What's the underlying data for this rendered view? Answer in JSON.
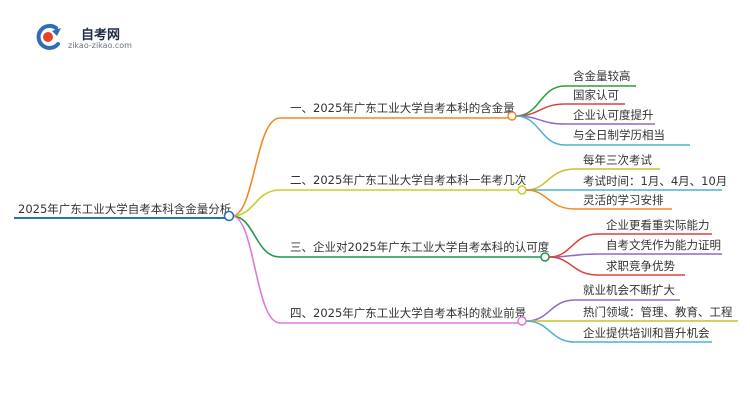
{
  "logo": {
    "title": "自考网",
    "url": "zikao-zikao.com"
  },
  "colors": {
    "root": "#2d6fb7",
    "branch1": "#f08a24",
    "branch2": "#c6cf2a",
    "branch3": "#1f9a4b",
    "branch4": "#e07ad7",
    "leaf_green": "#2e9d3c",
    "leaf_red": "#d9443a",
    "leaf_purple": "#8e6cc4",
    "leaf_blue": "#4fb0d6",
    "leaf_orange": "#f08a24",
    "leaf_yellow": "#c9c12a"
  },
  "mindmap": {
    "root": "2025年广东工业大学自考本科含金量分析",
    "branches": [
      {
        "label": "一、2025年广东工业大学自考本科的含金量",
        "children": [
          "含金量较高",
          "国家认可",
          "企业认可度提升",
          "与全日制学历相当"
        ]
      },
      {
        "label": "二、2025年广东工业大学自考本科一年考几次",
        "children": [
          "每年三次考试",
          "考试时间：1月、4月、10月",
          "灵活的学习安排"
        ]
      },
      {
        "label": "三、企业对2025年广东工业大学自考本科的认可度",
        "children": [
          "企业更看重实际能力",
          "自考文凭作为能力证明",
          "求职竞争优势"
        ]
      },
      {
        "label": "四、2025年广东工业大学自考本科的就业前景",
        "children": [
          "就业机会不断扩大",
          "热门领域：管理、教育、工程",
          "企业提供培训和晋升机会"
        ]
      }
    ]
  }
}
